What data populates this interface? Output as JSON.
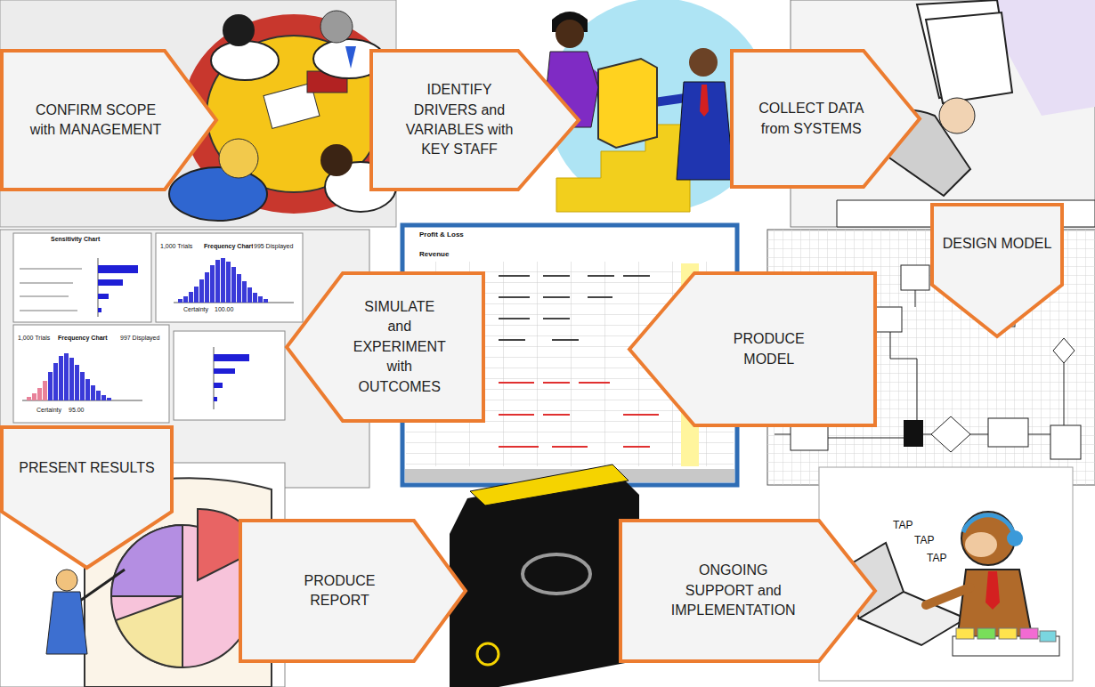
{
  "diagram": {
    "nodes": [
      {
        "text": [
          "CONFIRM SCOPE with MANAGEMENT"
        ]
      },
      {
        "text": [
          "IDENTIFY DRIVERS and VARIABLES with KEY STAFF"
        ]
      },
      {
        "text": [
          "COLLECT DATA from SYSTEMS"
        ]
      },
      {
        "text": [
          "DESIGN MODEL"
        ]
      },
      {
        "text": [
          "PRODUCE MODEL"
        ]
      },
      {
        "text": [
          "SIMULATE and EXPERIMENT with OUTCOMES"
        ]
      },
      {
        "text": [
          "PRESENT RESULTS"
        ]
      },
      {
        "text": [
          "PRODUCE REPORT"
        ]
      },
      {
        "text": [
          "ONGOING SUPPORT and IMPLEMENTATION"
        ]
      }
    ],
    "labels": [
      "Sensitivity Chart",
      "1,000 Trials",
      "Frequency Chart",
      "995 Displayed",
      "Certainty",
      "100.00",
      "1,000 Trials",
      "Frequency Chart",
      "997 Displayed",
      "Certainty",
      "95.00",
      "Profit & Loss",
      "Revenue",
      "TAP",
      "TAP",
      "TAP"
    ]
  }
}
